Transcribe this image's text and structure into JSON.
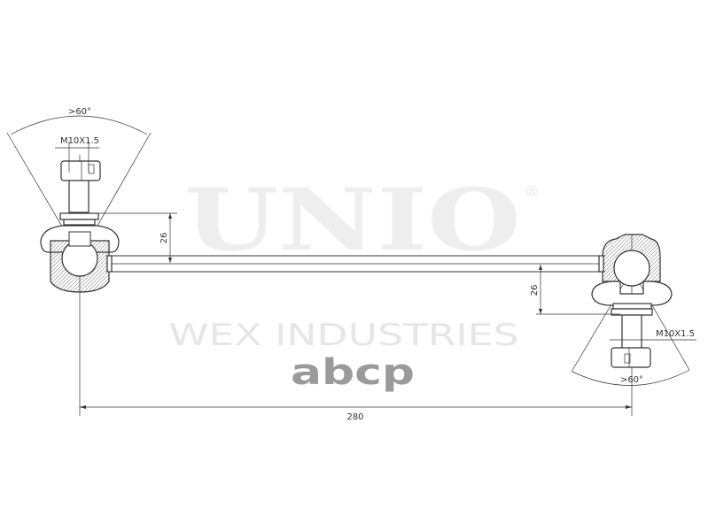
{
  "watermark": {
    "brand": "UNIO",
    "registered": "®",
    "subtitle": "WEX INDUSTRIES",
    "site_logo": "abcp"
  },
  "drawing": {
    "left_joint": {
      "angle_label": ">60°",
      "thread_label": "M10X1.5",
      "height_dim": "26"
    },
    "right_joint": {
      "angle_label": ">60°",
      "thread_label": "M10X1.5",
      "height_dim": "26"
    },
    "overall_length": "280"
  },
  "colors": {
    "line": "#333333",
    "watermark": "#eeeeee",
    "logo": "#9a9a9a"
  }
}
